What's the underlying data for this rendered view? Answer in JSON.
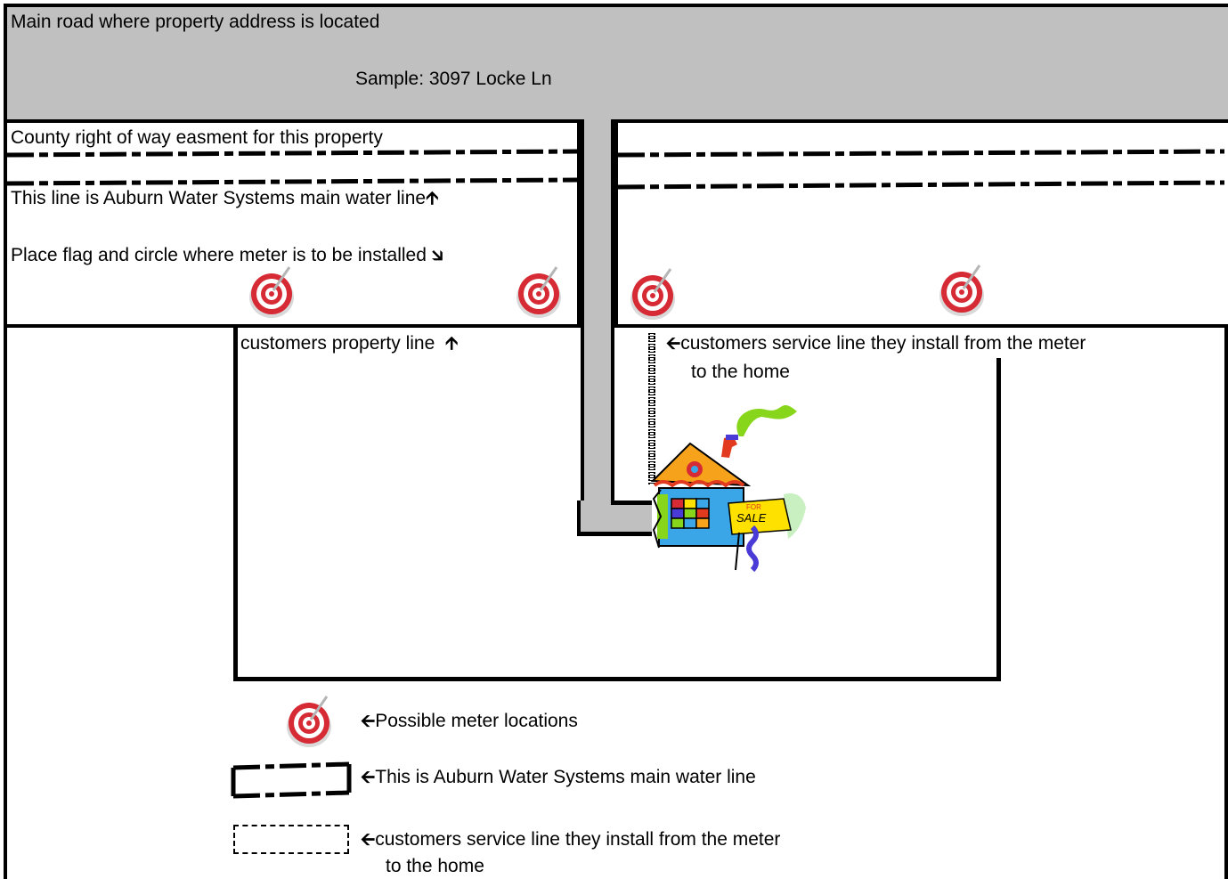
{
  "colors": {
    "road": "#c0c0c0",
    "line": "#000000",
    "background": "#ffffff",
    "target_red": "#d62a35",
    "roof_orange": "#f7a21b",
    "wall_blue": "#3aa6e8",
    "sign_yellow": "#ffe100",
    "smoke_green": "#88d61c"
  },
  "road": {
    "title": "Main road where property address is located",
    "sample": "Sample: 3097 Locke Ln"
  },
  "easement": {
    "label": "County right of way easment for this property",
    "main_line_label": "This line is Auburn Water Systems main water line",
    "main_line_arrow": "🡩",
    "flag_label": "Place flag and circle where meter is to be installed",
    "flag_arrow": "🡮"
  },
  "property": {
    "property_line_label": "customers property line",
    "property_line_arrow": "🡩",
    "service_arrow": "🡨",
    "service_line_1": "customers service line they install from the meter",
    "service_line_2": "to the home",
    "sign_small": "FOR",
    "sign_big": "SALE"
  },
  "legend": {
    "meter_arrow": "🡨",
    "meter_label": "Possible meter locations",
    "main_arrow": "🡨",
    "main_label": "This is Auburn Water Systems main water line",
    "service_arrow": "🡨",
    "service_label_1": "customers service line they install from the meter",
    "service_label_2": "to the home"
  },
  "icons": [
    "target-icon",
    "house-for-sale-icon",
    "arrow-up-icon",
    "arrow-down-right-icon",
    "arrow-left-icon"
  ]
}
